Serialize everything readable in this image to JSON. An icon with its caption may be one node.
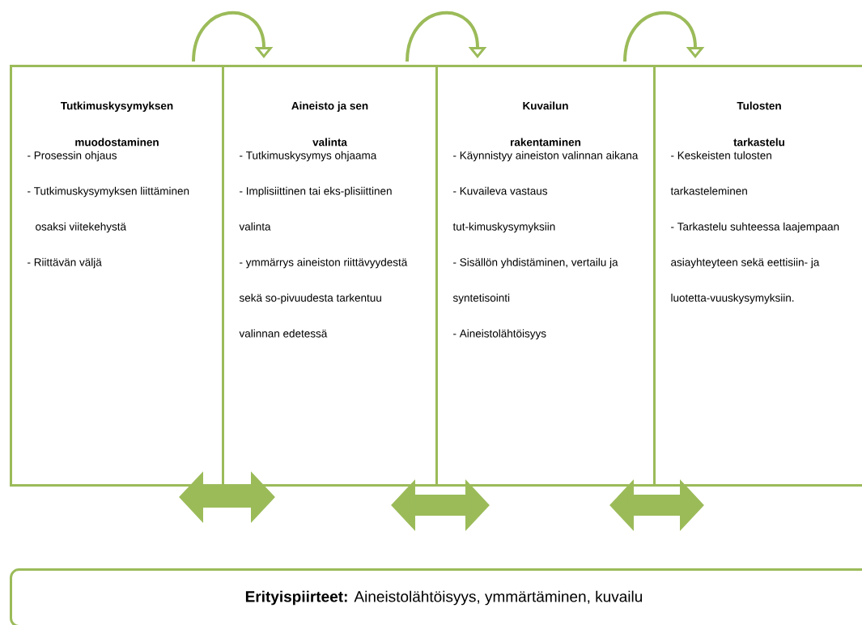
{
  "diagram": {
    "nodes": [
      {
        "text": [
          "Tutkimuskysymyksen muodostaminen",
          "- Prosessin ohjaus",
          "- Tutkimuskysymyksen liittäminen osaksi viitekehystä",
          "- Riittävän väljä"
        ]
      },
      {
        "text": [
          "Aineisto ja sen valinta",
          "- Tutkimuskysymys ohjaama",
          "- Implisiittinen tai eks-plisiittinen valinta",
          "- ymmärrys aineiston riittävyydestä sekä so-pivuudesta tarkentuu valinnan edetessä"
        ]
      },
      {
        "text": [
          "Kuvailun rakentaminen",
          "- Käynnistyy aineiston valinnan aikana",
          "- Kuvaileva vastaus tut-kimuskysymyksiin",
          "- Sisällön yhdistäminen, vertailu ja syntetisointi",
          "- Aineistolähtöisyys"
        ]
      },
      {
        "text": [
          "Tulosten tarkastelu",
          "- Keskeisten tulosten tarkasteleminen",
          "- Tarkastelu suhteessa laajempaan asiayhteyteen sekä eettisiin- ja luotetta-vuuskysymyksiin."
        ]
      },
      {
        "text": [
          "**Erityispiirteet:** Aineistolähtöisyys, ymmärtäminen, kuvailu"
        ]
      }
    ],
    "edges": [
      {
        "from": 0,
        "to": 1,
        "arrow": "to"
      },
      {
        "from": 1,
        "to": 2,
        "arrow": "to"
      },
      {
        "from": 2,
        "to": 3,
        "arrow": "to"
      },
      {
        "from": 0,
        "to": 1,
        "arrow": "both",
        "style": "thick"
      },
      {
        "from": 1,
        "to": 2,
        "arrow": "both",
        "style": "thick"
      },
      {
        "from": 2,
        "to": 3,
        "arrow": "both",
        "style": "thick"
      }
    ]
  }
}
